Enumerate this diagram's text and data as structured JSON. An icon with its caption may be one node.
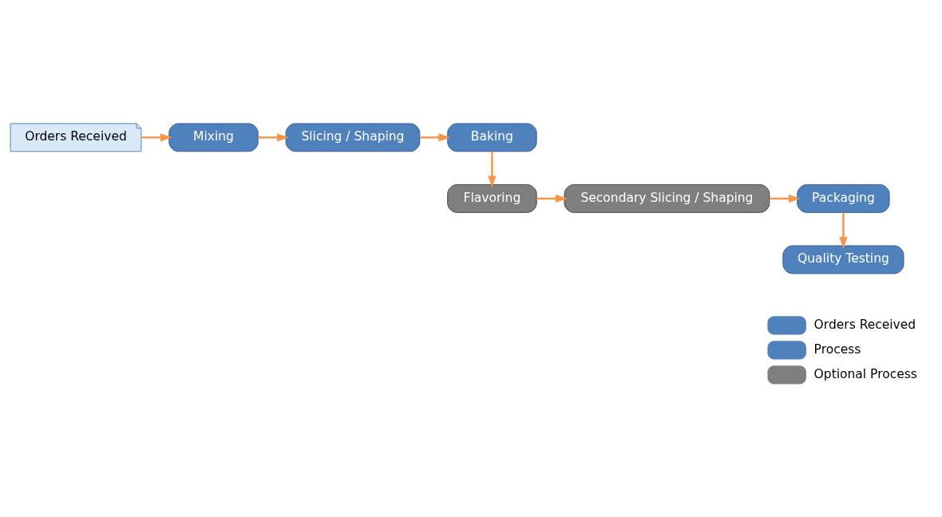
{
  "diagram": {
    "nodes": [
      {
        "text": [
          "Orders Received"
        ]
      },
      {
        "text": [
          "Mixing"
        ]
      },
      {
        "text": [
          "Slicing / Shaping"
        ]
      },
      {
        "text": [
          "Baking"
        ]
      },
      {
        "text": [
          "Flavoring"
        ]
      },
      {
        "text": [
          "Secondary Slicing / Shaping"
        ]
      },
      {
        "text": [
          "Packaging"
        ]
      },
      {
        "text": [
          "Quality Testing"
        ]
      }
    ],
    "edges": [
      {
        "from": 0,
        "to": 1,
        "arrow": "to"
      },
      {
        "from": 1,
        "to": 2,
        "arrow": "to"
      },
      {
        "from": 2,
        "to": 3,
        "arrow": "to"
      },
      {
        "from": 3,
        "to": 4,
        "arrow": "to"
      },
      {
        "from": 4,
        "to": 5,
        "arrow": "to"
      },
      {
        "from": 5,
        "to": 6,
        "arrow": "to"
      },
      {
        "from": 6,
        "to": 7,
        "arrow": "to"
      }
    ],
    "legend": [
      {
        "text": "Orders Received",
        "color": "#4f81bd"
      },
      {
        "text": "Process",
        "color": "#4f81bd"
      },
      {
        "text": "Optional Process",
        "color": "#7f7f7f"
      }
    ]
  }
}
